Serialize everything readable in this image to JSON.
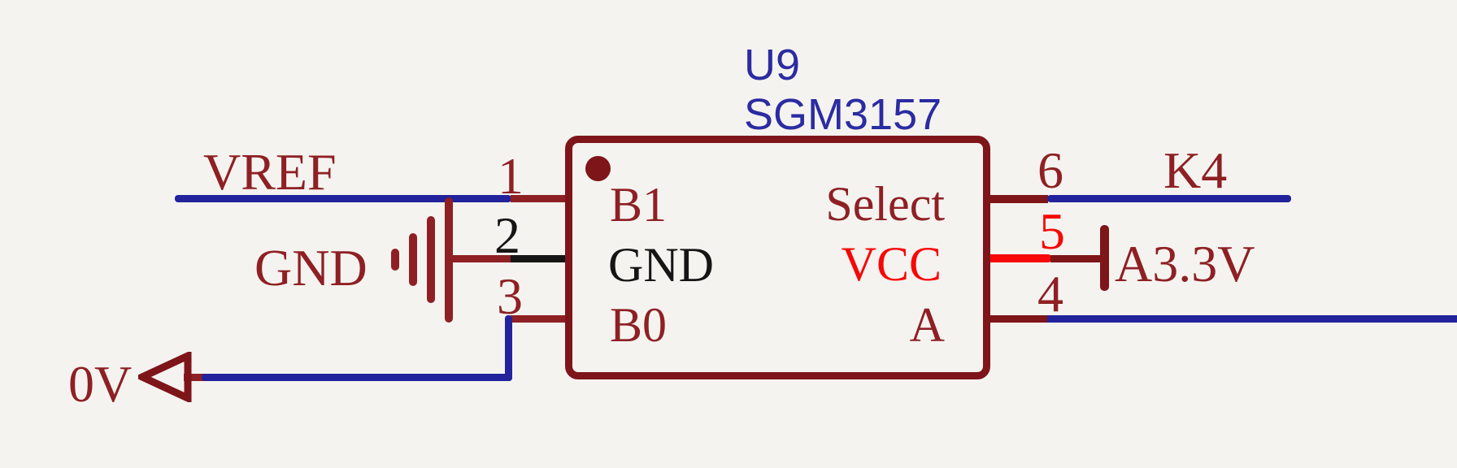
{
  "component": {
    "designator": "U9",
    "part_number": "SGM3157",
    "pins": {
      "left": [
        {
          "number": "1",
          "name": "B1"
        },
        {
          "number": "2",
          "name": "GND"
        },
        {
          "number": "3",
          "name": "B0"
        }
      ],
      "right": [
        {
          "number": "6",
          "name": "Select"
        },
        {
          "number": "5",
          "name": "VCC"
        },
        {
          "number": "4",
          "name": "A"
        }
      ]
    }
  },
  "nets": {
    "vref": "VREF",
    "gnd": "GND",
    "zero_volt": "0V",
    "k4": "K4",
    "a3v3": "A3.3V"
  },
  "colors": {
    "bg": "#f5f3f0",
    "maroon": "#8e2023",
    "icborder": "#7e1518",
    "navy": "#22239c",
    "red": "#f70808",
    "black": "#151515",
    "blue": "#2b2ba2"
  }
}
